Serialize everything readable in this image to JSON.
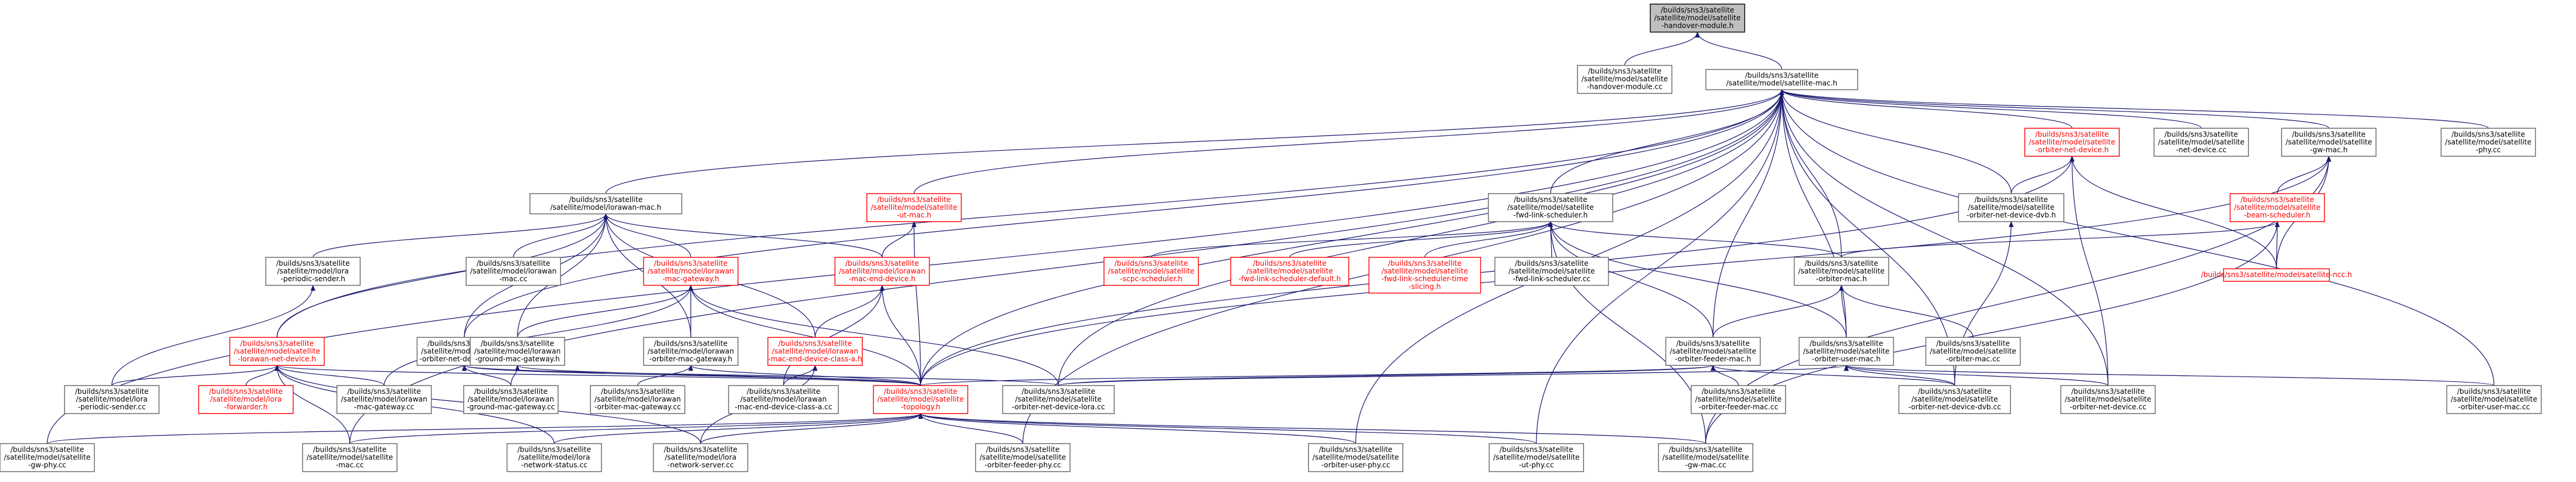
{
  "colors": {
    "edge": "#191970",
    "node_border": "#666666",
    "root_fill": "#bfbfbf",
    "incomplete_border": "#ff0000",
    "incomplete_text": "#ff0000"
  },
  "nodes": {
    "handover": [
      "/builds/sns3/satellite",
      "/satellite/model/satellite",
      "-handover-module.h"
    ],
    "handover_cc": [
      "/builds/sns3/satellite",
      "/satellite/model/satellite",
      "-handover-module.cc"
    ],
    "mac_h": [
      "/builds/sns3/satellite",
      "/satellite/model/satellite-mac.h"
    ],
    "orbiter_net_device_h": [
      "/builds/sns3/satellite",
      "/satellite/model/satellite",
      "-orbiter-net-device.h"
    ],
    "net_device_cc": [
      "/builds/sns3/satellite",
      "/satellite/model/satellite",
      "-net-device.cc"
    ],
    "geo_mac_h": [
      "/builds/sns3/satellite",
      "/satellite/model/satellite",
      "-gw-mac.h"
    ],
    "phy_cc": [
      "/builds/sns3/satellite",
      "/satellite/model/satellite",
      "-phy.cc"
    ],
    "lorawan_mac_h": [
      "/builds/sns3/satellite",
      "/satellite/model/lorawan-mac.h"
    ],
    "ut_mac_h": [
      "/builds/sns3/satellite",
      "/satellite/model/satellite",
      "-ut-mac.h"
    ],
    "fwd_sched_h": [
      "/builds/sns3/satellite",
      "/satellite/model/satellite",
      "-fwd-link-scheduler.h"
    ],
    "onet_dvb_h": [
      "/builds/sns3/satellite",
      "/satellite/model/satellite",
      "-orbiter-net-device-dvb.h"
    ],
    "beam_sched_h": [
      "/builds/sns3/satellite",
      "/satellite/model/satellite",
      "-beam-scheduler.h"
    ],
    "periodic_sender_h": [
      "/builds/sns3/satellite",
      "/satellite/model/lora",
      "-periodic-sender.h"
    ],
    "lorawan_mac_cc": [
      "/builds/sns3/satellite",
      "/satellite/model/lorawan",
      "-mac.cc"
    ],
    "lorawan_mac_gw_h": [
      "/builds/sns3/satellite",
      "/satellite/model/lorawan",
      "-mac-gateway.h"
    ],
    "lorawan_mac_end_h": [
      "/builds/sns3/satellite",
      "/satellite/model/lorawan",
      "-mac-end-device.h"
    ],
    "scpc_sched_h": [
      "/builds/sns3/satellite",
      "/satellite/model/satellite",
      "-scpc-scheduler.h"
    ],
    "fwd_default_h": [
      "/builds/sns3/satellite",
      "/satellite/model/satellite",
      "-fwd-link-scheduler-default.h"
    ],
    "fwd_slicing_h": [
      "/builds/sns3/satellite",
      "/satellite/model/satellite",
      "-fwd-link-scheduler-time",
      "-slicing.h"
    ],
    "fwd_sched_cc": [
      "/builds/sns3/satellite",
      "/satellite/model/satellite",
      "-fwd-link-scheduler.cc"
    ],
    "orbiter_mac_h": [
      "/builds/sns3/satellite",
      "/satellite/model/satellite",
      "-orbiter-mac.h"
    ],
    "ncc_h": [
      "/builds/sns3/satellite/model/satellite-ncc.h"
    ],
    "lorawan_net_device_h": [
      "/builds/sns3/satellite",
      "/satellite/model/satellite",
      "-lorawan-net-device.h"
    ],
    "onet_lora_h": [
      "/builds/sns3/satellite",
      "/satellite/model/satellite",
      "-orbiter-net-device-lora.h"
    ],
    "ground_gw_h": [
      "/builds/sns3/satellite",
      "/satellite/model/lorawan",
      "-ground-mac-gateway.h"
    ],
    "orbiter_gw_h": [
      "/builds/sns3/satellite",
      "/satellite/model/lorawan",
      "-orbiter-mac-gateway.h"
    ],
    "class_a_h": [
      "/builds/sns3/satellite",
      "/satellite/model/lorawan",
      "-mac-end-device-class-a.h"
    ],
    "feeder_mac_h": [
      "/builds/sns3/satellite",
      "/satellite/model/satellite",
      "-orbiter-feeder-mac.h"
    ],
    "user_mac_h": [
      "/builds/sns3/satellite",
      "/satellite/model/satellite",
      "-orbiter-user-mac.h"
    ],
    "orbiter_mac_cc": [
      "/builds/sns3/satellite",
      "/satellite/model/satellite",
      "-orbiter-mac.cc"
    ],
    "periodic_sender_cc": [
      "/builds/sns3/satellite",
      "/satellite/model/lora",
      "-periodic-sender.cc"
    ],
    "forwarder_h": [
      "/builds/sns3/satellite",
      "/satellite/model/lora",
      "-forwarder.h"
    ],
    "lorawan_mac_gw_cc": [
      "/builds/sns3/satellite",
      "/satellite/model/lorawan",
      "-mac-gateway.cc"
    ],
    "ground_gw_cc": [
      "/builds/sns3/satellite",
      "/satellite/model/lorawan",
      "-ground-mac-gateway.cc"
    ],
    "orbiter_gw_cc": [
      "/builds/sns3/satellite",
      "/satellite/model/lorawan",
      "-orbiter-mac-gateway.cc"
    ],
    "class_a_cc": [
      "/builds/sns3/satellite",
      "/satellite/model/lorawan",
      "-mac-end-device-class-a.cc"
    ],
    "topology_h": [
      "/builds/sns3/satellite",
      "/satellite/model/satellite",
      "-topology.h"
    ],
    "onet_lora_cc": [
      "/builds/sns3/satellite",
      "/satellite/model/satellite",
      "-orbiter-net-device-lora.cc"
    ],
    "feeder_mac_cc": [
      "/builds/sns3/satellite",
      "/satellite/model/satellite",
      "-orbiter-feeder-mac.cc"
    ],
    "onet_dvb_cc": [
      "/builds/sns3/satellite",
      "/satellite/model/satellite",
      "-orbiter-net-device-dvb.cc"
    ],
    "onet_cc": [
      "/builds/sns3/satellite",
      "/satellite/model/satellite",
      "-orbiter-net-device.cc"
    ],
    "user_mac_cc": [
      "/builds/sns3/satellite",
      "/satellite/model/satellite",
      "-orbiter-user-mac.cc"
    ],
    "gw_phy_cc": [
      "/builds/sns3/satellite",
      "/satellite/model/satellite",
      "-gw-phy.cc"
    ],
    "mac_cc": [
      "/builds/sns3/satellite",
      "/satellite/model/satellite",
      "-mac.cc"
    ],
    "network_status_cc": [
      "/builds/sns3/satellite",
      "/satellite/model/lora",
      "-network-status.cc"
    ],
    "network_server_cc": [
      "/builds/sns3/satellite",
      "/satellite/model/lora",
      "-network-server.cc"
    ],
    "feeder_phy_cc": [
      "/builds/sns3/satellite",
      "/satellite/model/satellite",
      "-orbiter-feeder-phy.cc"
    ],
    "user_phy_cc": [
      "/builds/sns3/satellite",
      "/satellite/model/satellite",
      "-orbiter-user-phy.cc"
    ],
    "ut_phy_cc": [
      "/builds/sns3/satellite",
      "/satellite/model/satellite",
      "-ut-phy.cc"
    ],
    "gw_mac_cc": [
      "/builds/sns3/satellite",
      "/satellite/model/satellite",
      "-gw-mac.cc"
    ]
  }
}
